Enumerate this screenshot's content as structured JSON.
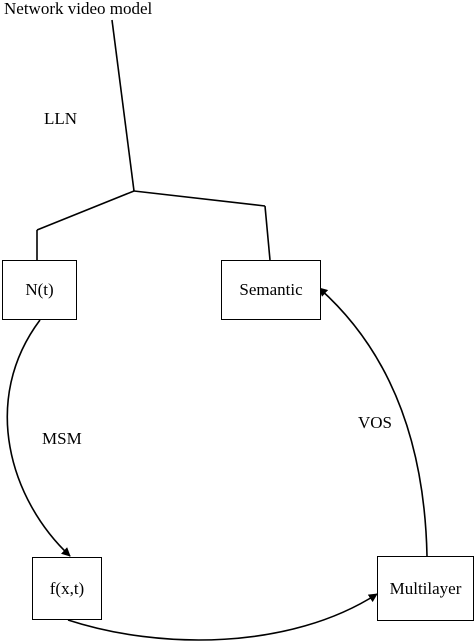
{
  "title": "Network video model",
  "nodes": {
    "nt": "N(t)",
    "semantic": "Semantic",
    "fxt": "f(x,t)",
    "multilayer": "Multilayer"
  },
  "edge_labels": {
    "lln": "LLN",
    "msm": "MSM",
    "vos": "VOS"
  },
  "colors": {
    "stroke": "#000000",
    "background": "#ffffff"
  }
}
